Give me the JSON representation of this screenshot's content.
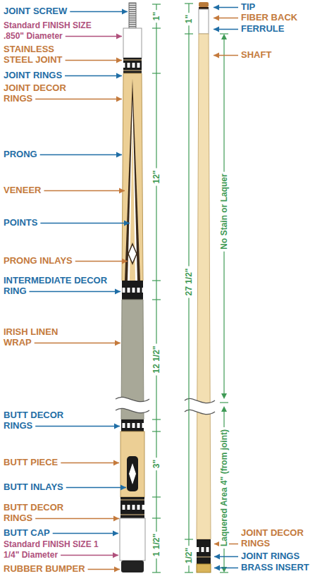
{
  "diagram": {
    "labels": [
      "JOINT SCREW",
      "Standard FINISH SIZE .850\" Diameter",
      "STAINLESS STEEL JOINT",
      "JOINT RINGS",
      "JOINT DECOR RINGS",
      "PRONG",
      "VENEER",
      "POINTS",
      "PRONG INLAYS",
      "INTERMEDIATE DECOR RING",
      "IRISH LINEN WRAP",
      "BUTT DECOR RINGS",
      "BUTT PIECE",
      "BUTT INLAYS",
      "BUTT DECOR RINGS",
      "BUTT CAP",
      "Standard FINISH SIZE 1 1/4\" Diameter",
      "RUBBER BUMPER",
      "1\"",
      "12\"",
      "12 1/2\"",
      "3\"",
      "1 1/2\"",
      "TIP",
      "FIBER BACK",
      "FERRULE",
      "SHAFT",
      "1\"",
      "27 1/2\"",
      "No Stain or Laquer",
      "Laquered Area 4\" (from joint)",
      "1/2\"",
      "JOINT DECOR RINGS",
      "JOINT RINGS",
      "BRASS INSERT"
    ]
  }
}
